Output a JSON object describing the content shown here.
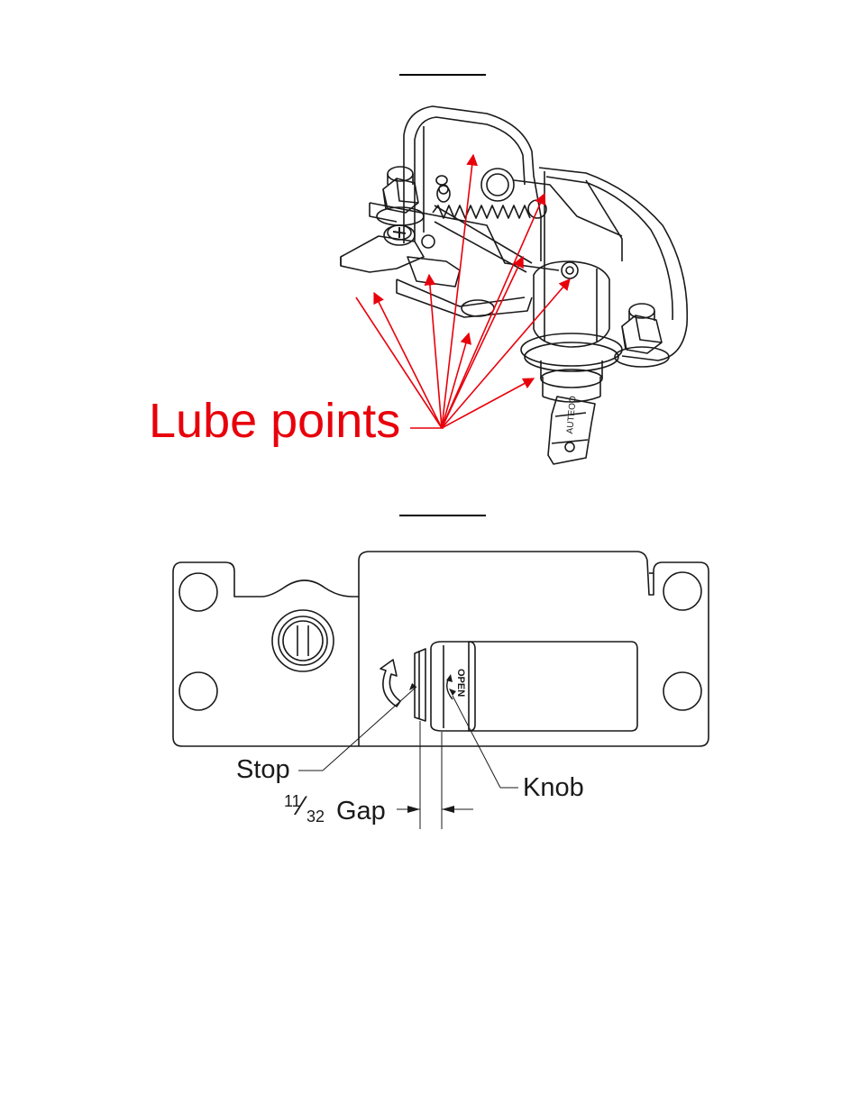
{
  "figure1": {
    "callout": "Lube points",
    "key_text": "AUTEOO"
  },
  "figure2": {
    "stop_label": "Stop",
    "knob_label": "Knob",
    "gap_num": "11",
    "gap_den": "32",
    "gap_label": "Gap",
    "knob_text": "OPEN"
  },
  "colors": {
    "callout": "#e8000b",
    "line": "#1a1a1a"
  }
}
